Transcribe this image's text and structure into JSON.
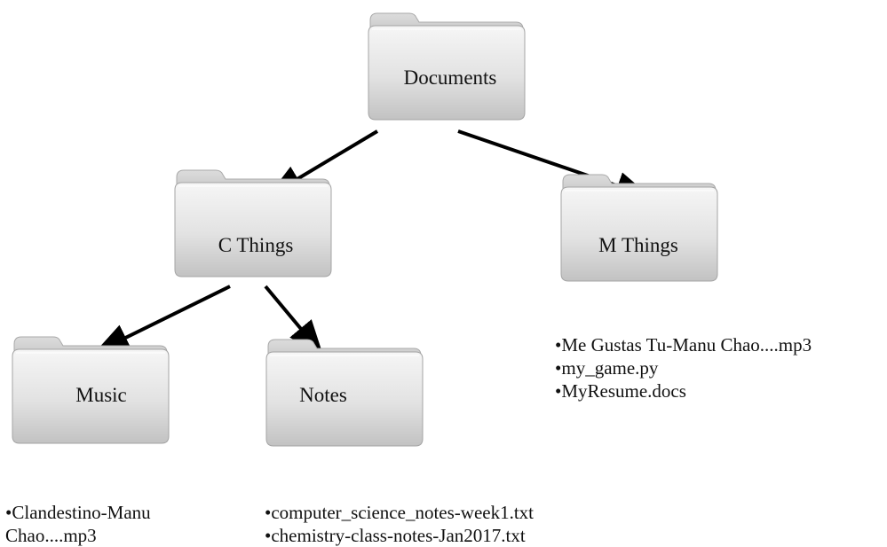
{
  "folders": {
    "documents": {
      "label": "Documents",
      "icon": "folder-icon"
    },
    "c_things": {
      "label": "C Things",
      "icon": "folder-icon"
    },
    "m_things": {
      "label": "M Things",
      "icon": "folder-icon"
    },
    "music": {
      "label": "Music",
      "icon": "folder-icon"
    },
    "notes": {
      "label": "Notes",
      "icon": "folder-icon"
    }
  },
  "file_lists": {
    "m_things": [
      "Me Gustas Tu-Manu Chao....mp3",
      "my_game.py",
      "MyResume.docs"
    ],
    "music": [
      "Clandestino-Manu Chao....mp3"
    ],
    "notes": [
      "computer_science_notes-week1.txt",
      "chemistry-class-notes-Jan2017.txt"
    ]
  },
  "colors": {
    "folder_light": "#f4f4f4",
    "folder_dark": "#bdbdbd",
    "arrow": "#000000"
  }
}
